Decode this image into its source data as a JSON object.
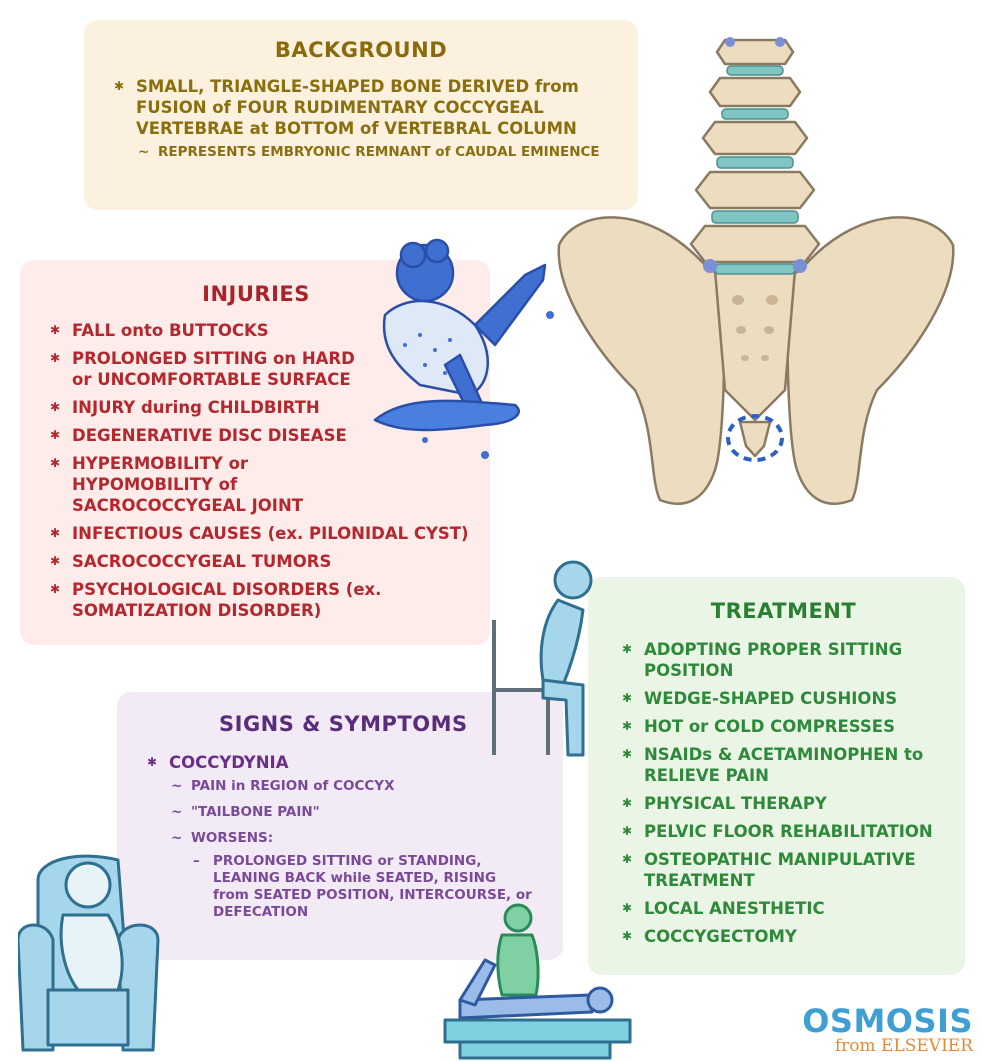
{
  "background": {
    "title": "BACKGROUND",
    "items": [
      {
        "text": "SMALL, TRIANGLE-SHAPED BONE DERIVED from FUSION of FOUR RUDIMENTARY COCCYGEAL VERTEBRAE at BOTTOM of VERTEBRAL COLUMN",
        "sub": "REPRESENTS EMBRYONIC REMNANT of CAUDAL EMINENCE"
      }
    ]
  },
  "injuries": {
    "title": "INJURIES",
    "items": [
      "FALL onto BUTTOCKS",
      "PROLONGED SITTING on HARD or UNCOMFORTABLE SURFACE",
      "INJURY during CHILDBIRTH",
      "DEGENERATIVE DISC DISEASE",
      "HYPERMOBILITY or HYPOMOBILITY of SACROCOCCYGEAL JOINT",
      "INFECTIOUS CAUSES (ex. PILONIDAL CYST)",
      "SACROCOCCYGEAL TUMORS",
      "PSYCHOLOGICAL DISORDERS (ex. SOMATIZATION DISORDER)"
    ]
  },
  "treatment": {
    "title": "TREATMENT",
    "items": [
      "ADOPTING PROPER SITTING POSITION",
      "WEDGE-SHAPED CUSHIONS",
      "HOT or COLD COMPRESSES",
      "NSAIDs & ACETAMINOPHEN to RELIEVE PAIN",
      "PHYSICAL THERAPY",
      "PELVIC FLOOR REHABILITATION",
      "OSTEOPATHIC MANIPULATIVE TREATMENT",
      "LOCAL ANESTHETIC",
      "COCCYGECTOMY"
    ]
  },
  "signs": {
    "title": "SIGNS & SYMPTOMS",
    "main": "COCCYDYNIA",
    "sub": [
      "PAIN in REGION of COCCYX",
      "\"TAILBONE PAIN\"",
      "WORSENS:"
    ],
    "worsens_detail": "PROLONGED SITTING or STANDING, LEANING BACK while SEATED, RISING from SEATED POSITION, INTERCOURSE, or DEFECATION"
  },
  "logo": {
    "brand": "OSMOSIS",
    "from": "from ELSEVIER"
  },
  "colors": {
    "background_panel": "#fbf1de",
    "injuries_panel": "#fdecea",
    "treatment_panel": "#eaf5e6",
    "signs_panel": "#f2eaf5",
    "bone": "#ecdcc0",
    "disc": "#7fc6c2",
    "figure_blue": "#3f6fd0",
    "figure_light": "#a6d6ec"
  }
}
